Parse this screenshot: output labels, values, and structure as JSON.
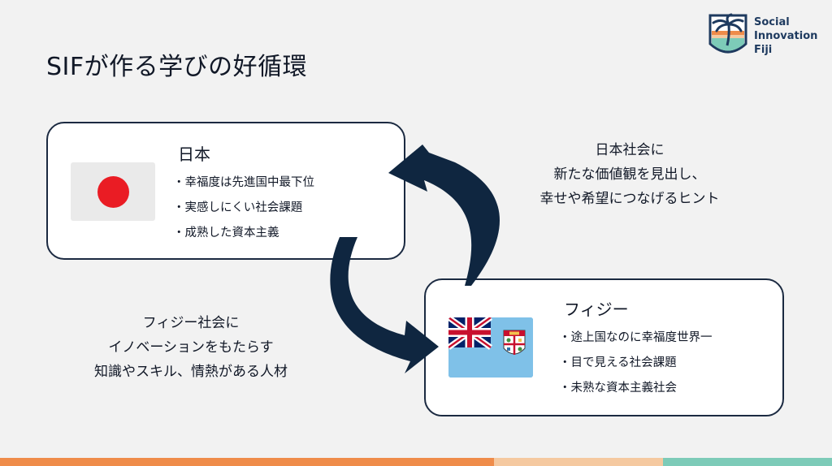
{
  "slide": {
    "title": "SIFが作る学びの好循環"
  },
  "logo": {
    "line1": "Social",
    "line2": "Innovation",
    "line3": "Fiji",
    "icon": "palm-tree-shield-icon"
  },
  "japan": {
    "title": "日本",
    "flag": "japan-flag",
    "bullets": [
      "幸福度は先進国中最下位",
      "実感しにくい社会課題",
      "成熟した資本主義"
    ]
  },
  "fiji": {
    "title": "フィジー",
    "flag": "fiji-flag",
    "bullets": [
      "途上国なのに幸福度世界一",
      "目で見える社会課題",
      "未熟な資本主義社会"
    ]
  },
  "caption_right": {
    "line1": "日本社会に",
    "line2": "新たな価値観を見出し、",
    "line3": "幸せや希望につなげるヒント"
  },
  "caption_left": {
    "line1": "フィジー社会に",
    "line2": "イノベーションをもたらす",
    "line3": "知識やスキル、情熱がある人材"
  },
  "colors": {
    "background": "#f2f2f2",
    "border": "#1b2a41",
    "arrow": "#0f2640",
    "japan_red": "#ea1c24",
    "fiji_blue": "#7fc1e8",
    "bar_orange": "#ef8c4a",
    "bar_peach": "#f5c9a0",
    "bar_teal": "#7dcbb8"
  }
}
